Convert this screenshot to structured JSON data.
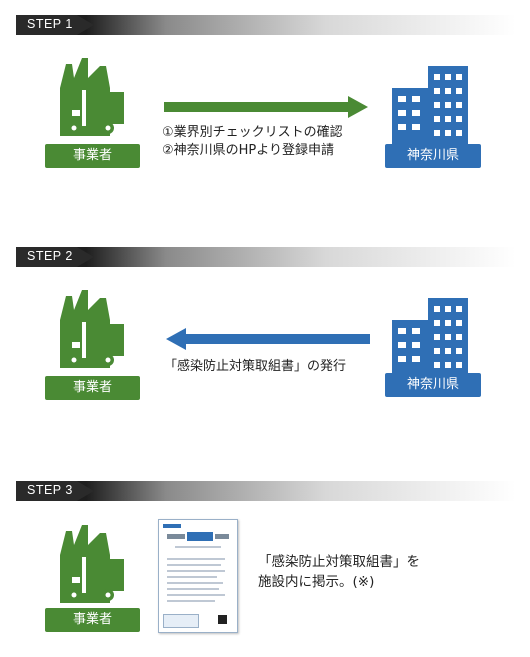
{
  "steps": [
    {
      "label": "STEP 1",
      "left_label": "事業者",
      "right_label": "神奈川県",
      "desc_lines": [
        "①業界別チェックリストの確認",
        "②神奈川県のHPより登録申請"
      ],
      "arrow_direction": "right"
    },
    {
      "label": "STEP 2",
      "left_label": "事業者",
      "right_label": "神奈川県",
      "desc_lines": [
        "「感染防止対策取組書」の発行"
      ],
      "arrow_direction": "left"
    },
    {
      "label": "STEP 3",
      "left_label": "事業者",
      "desc_lines": [
        "「感染防止対策取組書」を",
        "施設内に掲示。(※)"
      ]
    }
  ],
  "colors": {
    "business_green": "#4a8a34",
    "prefecture_blue": "#2f6fb5",
    "step_dark": "#2a2a2a"
  },
  "icons": [
    "factory-truck-icon",
    "office-building-icon",
    "certificate-poster-icon",
    "arrow-right-icon",
    "arrow-left-icon"
  ]
}
